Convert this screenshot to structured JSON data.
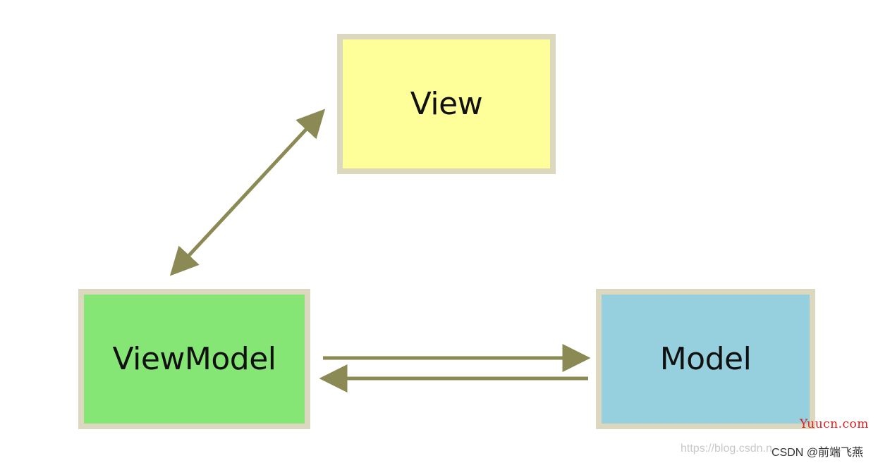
{
  "nodes": {
    "view": {
      "label": "View",
      "fill": "#ffff99"
    },
    "viewmodel": {
      "label": "ViewModel",
      "fill": "#85e575"
    },
    "model": {
      "label": "Model",
      "fill": "#96cfdd"
    }
  },
  "box_border_color": "#dcd8c0",
  "arrow_color": "#8b8a55",
  "edges": [
    {
      "from": "viewmodel",
      "to": "view",
      "direction": "bidirectional"
    },
    {
      "from": "viewmodel",
      "to": "model",
      "direction": "forward"
    },
    {
      "from": "model",
      "to": "viewmodel",
      "direction": "forward"
    }
  ],
  "watermarks": {
    "site": "Yuucn.com",
    "url": "https://blog.csdn.n",
    "author": "CSDN @前端飞燕"
  }
}
